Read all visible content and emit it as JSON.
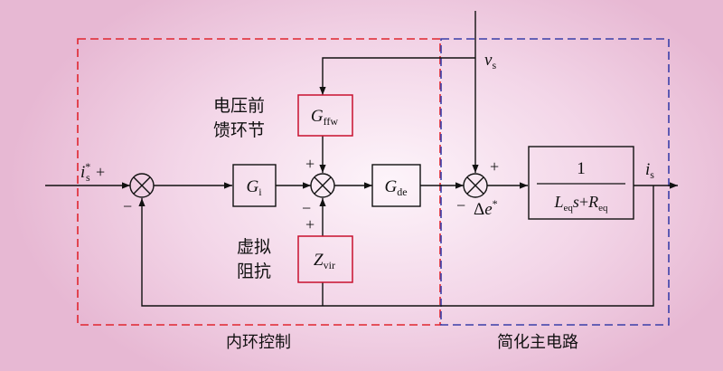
{
  "regions": {
    "inner_loop": "内环控制",
    "main_circuit": "简化主电路"
  },
  "blocks": {
    "gi": {
      "main": "G",
      "sub": "i"
    },
    "gffw": {
      "main": "G",
      "sub": "ffw"
    },
    "gde": {
      "main": "G",
      "sub": "de"
    },
    "zvir": {
      "main": "Z",
      "sub": "vir"
    },
    "plant": {
      "num": "1",
      "l": "L",
      "l_sub": "eq",
      "s": "s",
      "plus": "+",
      "r": "R",
      "r_sub": "eq"
    }
  },
  "labels": {
    "voltage_ff_line1": "电压前",
    "voltage_ff_line2": "馈环节",
    "virtual_imp_line1": "虚拟",
    "virtual_imp_line2": "阻抗"
  },
  "signals": {
    "ref_i": "i",
    "ref_sup": "*",
    "ref_sub": "s",
    "ref_plus": "+",
    "vs_v": "v",
    "vs_sub": "s",
    "is_i": "i",
    "is_sub": "s",
    "delta": "Δ",
    "delta_e": "e",
    "delta_sup": "*"
  },
  "signs": {
    "sj1_minus": "−",
    "sj2_plus_top": "+",
    "sj2_minus": "−",
    "sj2_plus_bottom": "+",
    "sj3_plus": "+",
    "sj3_minus": "−"
  },
  "colors": {
    "inner_loop_border": "#e0262f",
    "main_circuit_border": "#3a3fa8",
    "block_border_red": "#c8102e",
    "line": "#111111"
  }
}
